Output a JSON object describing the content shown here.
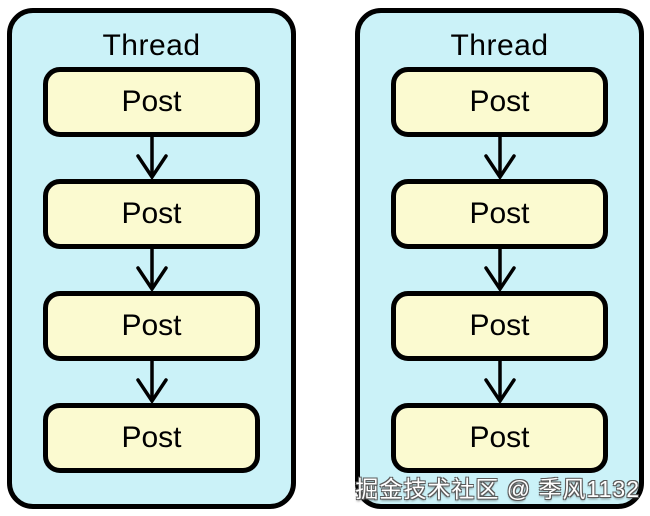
{
  "diagram": {
    "threads": [
      {
        "title": "Thread",
        "posts": [
          "Post",
          "Post",
          "Post",
          "Post"
        ]
      },
      {
        "title": "Thread",
        "posts": [
          "Post",
          "Post",
          "Post",
          "Post"
        ]
      }
    ],
    "colors": {
      "container_fill": "#cbf2f8",
      "post_fill": "#fbfad0",
      "border": "#000000",
      "page_background": "#ffffff",
      "watermark_text": "#ffffff",
      "watermark_outline": "#5a5a5a"
    },
    "watermark": "掘金技术社区 @ 季风1132"
  }
}
